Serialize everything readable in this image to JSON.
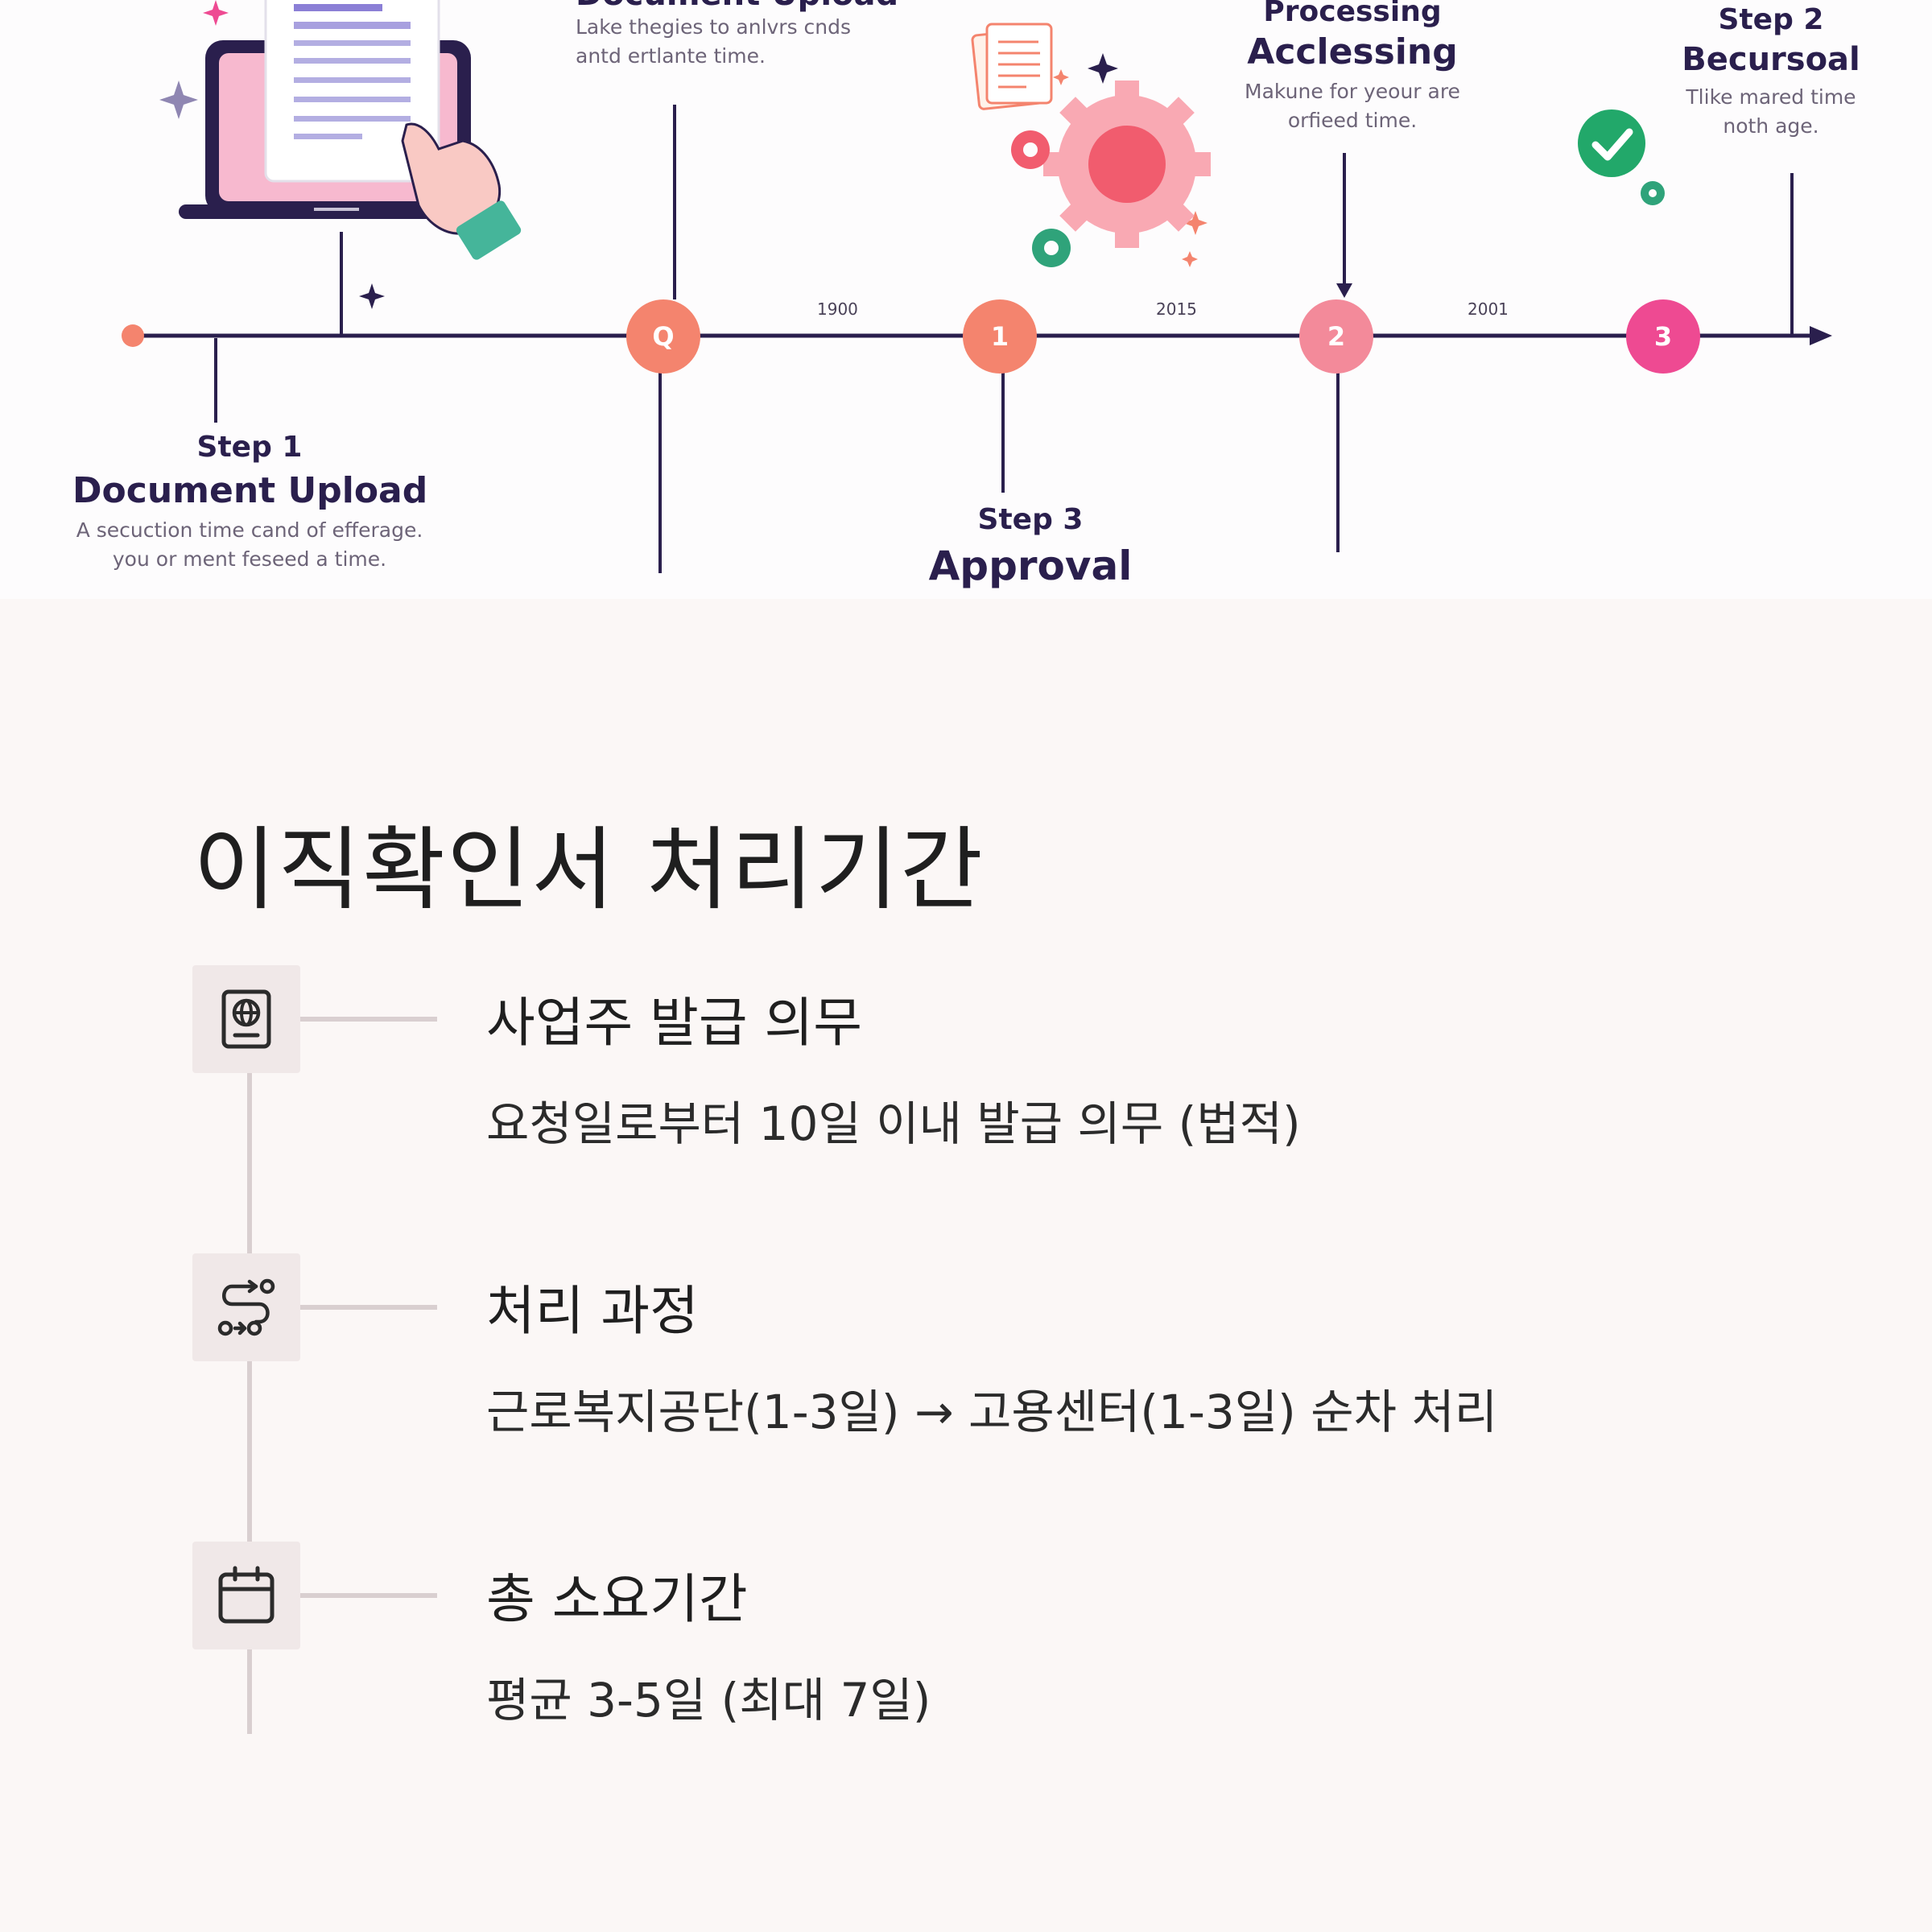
{
  "illustration": {
    "top_left": {
      "title": "Document Upload",
      "desc_line1": "Lake thegies to anlvrs cnds",
      "desc_line2": "antd ertlante time."
    },
    "processing": {
      "label": "Processing",
      "title": "Acclessing",
      "desc_line1": "Makune for yeour are",
      "desc_line2": "orfieed time."
    },
    "step2_top": {
      "label": "Step 2",
      "title": "Becursoal",
      "desc_line1": "Tlike mared time",
      "desc_line2": "noth age."
    },
    "step1": {
      "label": "Step 1",
      "title": "Document Upload",
      "desc_line1": "A secuction time cand of efferage.",
      "desc_line2": "you or ment feseed a time."
    },
    "step3": {
      "label": "Step 3",
      "title": "Approval"
    },
    "years": [
      "1900",
      "2015",
      "2001"
    ],
    "nodes": [
      {
        "label": "Q",
        "color": "#f4846e"
      },
      {
        "label": "1",
        "color": "#f4846e"
      },
      {
        "label": "2",
        "color": "#f38a9a"
      },
      {
        "label": "3",
        "color": "#ee4a92"
      }
    ]
  },
  "page_title": "이직확인서 처리기간",
  "items": [
    {
      "icon": "passport-icon",
      "heading": "사업주 발급 의무",
      "desc": "요청일로부터 10일 이내 발급 의무 (법적)"
    },
    {
      "icon": "route-icon",
      "heading": "처리 과정",
      "desc": "근로복지공단(1-3일) → 고용센터(1-3일) 순차 처리"
    },
    {
      "icon": "calendar-icon",
      "heading": "총 소요기간",
      "desc": "평균 3-5일 (최대 7일)"
    }
  ],
  "colors": {
    "background": "#fbf7f6",
    "icon_box": "#f0e8e8",
    "line": "#d9cfd0",
    "timeline": "#2a1f4d"
  }
}
